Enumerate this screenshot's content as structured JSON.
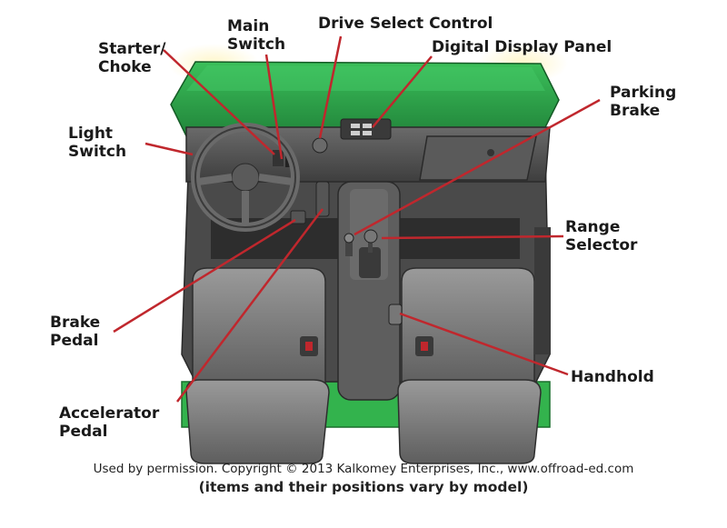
{
  "colors": {
    "body_green": "#2ea64a",
    "body_green_dark": "#1a6e2d",
    "floor_green": "#33b34d",
    "interior_gray": "#555555",
    "seat_gray": "#7d7d7d",
    "callout_red": "#c0272d",
    "label_text": "#1a1a1a"
  },
  "labels": {
    "starter_choke": "Starter/\nChoke",
    "main_switch": "Main\nSwitch",
    "drive_select_control": "Drive Select Control",
    "digital_display_panel": "Digital Display Panel",
    "parking_brake": "Parking\nBrake",
    "light_switch": "Light\nSwitch",
    "range_selector": "Range\nSelector",
    "brake_pedal": "Brake\nPedal",
    "handhold": "Handhold",
    "accelerator_pedal": "Accelerator\nPedal"
  },
  "credit": {
    "line1": "Used by permission. Copyright © 2013 Kalkomey Enterprises, Inc., www.offroad-ed.com",
    "line2": "(items and their positions vary by model)"
  },
  "icons": [
    "steering-wheel-icon",
    "seat-icon",
    "seatbelt-buckle-icon",
    "gear-lever-icon"
  ]
}
